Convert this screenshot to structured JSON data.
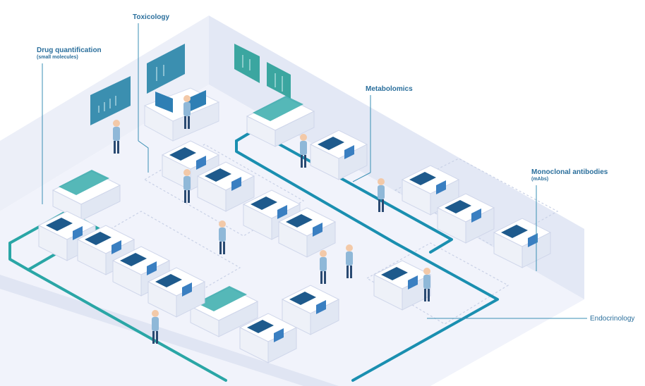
{
  "labels": {
    "drug_quantification": {
      "title": "Drug quantification",
      "subtitle": "(small molecules)"
    },
    "toxicology": {
      "title": "Toxicology"
    },
    "metabolomics": {
      "title": "Metabolomics"
    },
    "monoclonal_antibodies": {
      "title": "Monoclonal antibodies",
      "subtitle": "(mAbs)"
    },
    "endocrinology": {
      "title": "Endocrinology"
    }
  },
  "colors": {
    "accent": "#1a8fb0",
    "teal": "#2aa6a6",
    "label": "#2b6f9c",
    "floor": "#eef1fa",
    "wall": "#e6eaf6",
    "instrument_body": "#f7f8fc",
    "instrument_dark": "#1e5a8c",
    "instrument_blue": "#3a7fc1"
  }
}
